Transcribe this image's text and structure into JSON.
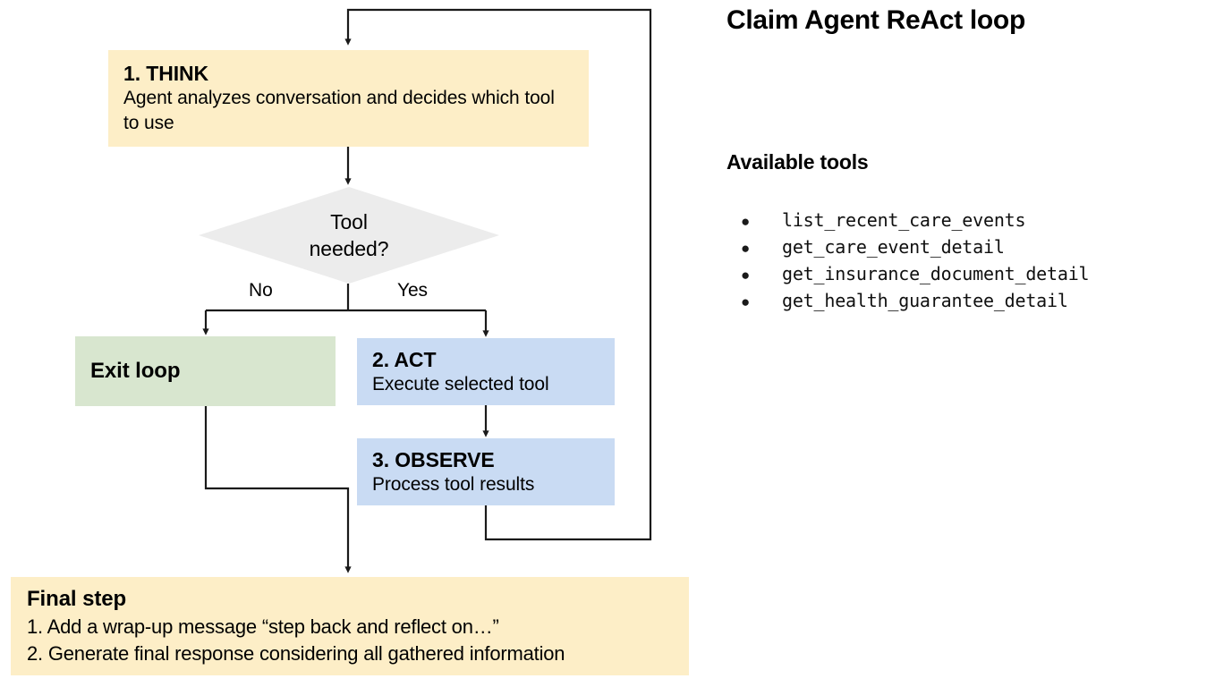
{
  "panel": {
    "title": "Claim Agent ReAct loop",
    "tools_heading": "Available tools",
    "bullet_glyph": "●",
    "tools": [
      "list_recent_care_events",
      "get_care_event_detail",
      "get_insurance_document_detail",
      "get_health_guarantee_detail"
    ]
  },
  "diagram": {
    "nodes": {
      "think": {
        "title": "1. THINK",
        "desc": "Agent analyzes conversation and decides which tool to use",
        "color": "#fdeec7"
      },
      "decision": {
        "line1": "Tool",
        "line2": "needed?",
        "color": "#ececec"
      },
      "exit": {
        "title": "Exit loop",
        "color": "#d8e6cf"
      },
      "act": {
        "title": "2. ACT",
        "desc": "Execute selected tool",
        "color": "#c9dbf3"
      },
      "observe": {
        "title": "3. OBSERVE",
        "desc": "Process tool results",
        "color": "#c9dbf3"
      },
      "final": {
        "title": "Final step",
        "line1": "1. Add a wrap-up message “step back and reflect on…”",
        "line2": "2. Generate final response considering all gathered information",
        "color": "#fdeec7"
      }
    },
    "edge_labels": {
      "no": "No",
      "yes": "Yes"
    },
    "line_color": "#1a1a1a"
  }
}
